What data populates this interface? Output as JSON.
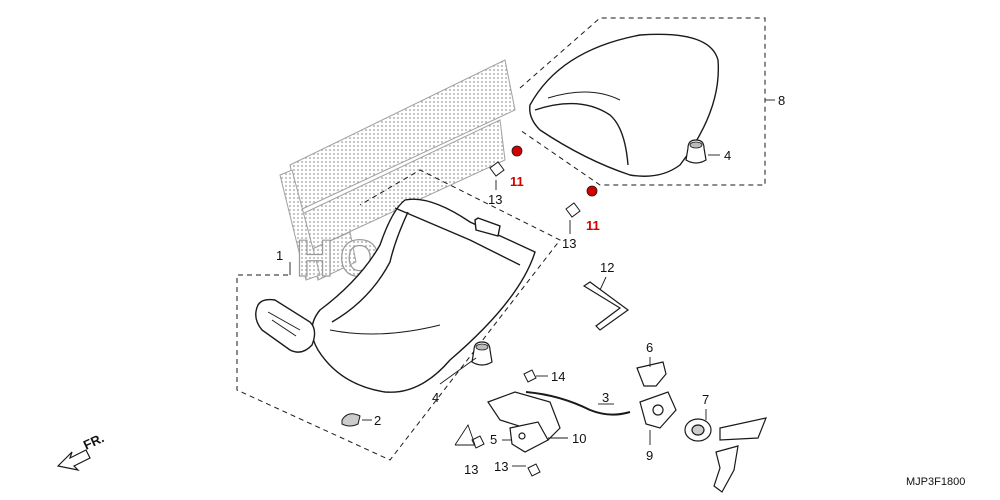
{
  "brand": {
    "logo_text": "HONDA",
    "wing_color": "#b8b8b8"
  },
  "diagram_code": "MJP3F1800",
  "direction": {
    "label": "FR."
  },
  "colors": {
    "line": "#1a1a1a",
    "highlight": "#d40000"
  },
  "callouts": [
    {
      "id": "part-1",
      "label": "1",
      "color": "normal"
    },
    {
      "id": "part-2",
      "label": "2",
      "color": "normal"
    },
    {
      "id": "part-3",
      "label": "3",
      "color": "normal"
    },
    {
      "id": "part-4a",
      "label": "4",
      "color": "normal"
    },
    {
      "id": "part-4b",
      "label": "4",
      "color": "normal"
    },
    {
      "id": "part-5",
      "label": "5",
      "color": "normal"
    },
    {
      "id": "part-6",
      "label": "6",
      "color": "normal"
    },
    {
      "id": "part-7",
      "label": "7",
      "color": "normal"
    },
    {
      "id": "part-8",
      "label": "8",
      "color": "normal"
    },
    {
      "id": "part-9",
      "label": "9",
      "color": "normal"
    },
    {
      "id": "part-10",
      "label": "10",
      "color": "normal"
    },
    {
      "id": "part-11a",
      "label": "11",
      "color": "red"
    },
    {
      "id": "part-11b",
      "label": "11",
      "color": "red"
    },
    {
      "id": "part-12",
      "label": "12",
      "color": "normal"
    },
    {
      "id": "part-13a",
      "label": "13",
      "color": "normal"
    },
    {
      "id": "part-13b",
      "label": "13",
      "color": "normal"
    },
    {
      "id": "part-13c",
      "label": "13",
      "color": "normal"
    },
    {
      "id": "part-13d",
      "label": "13",
      "color": "normal"
    },
    {
      "id": "part-14",
      "label": "14",
      "color": "normal"
    }
  ]
}
